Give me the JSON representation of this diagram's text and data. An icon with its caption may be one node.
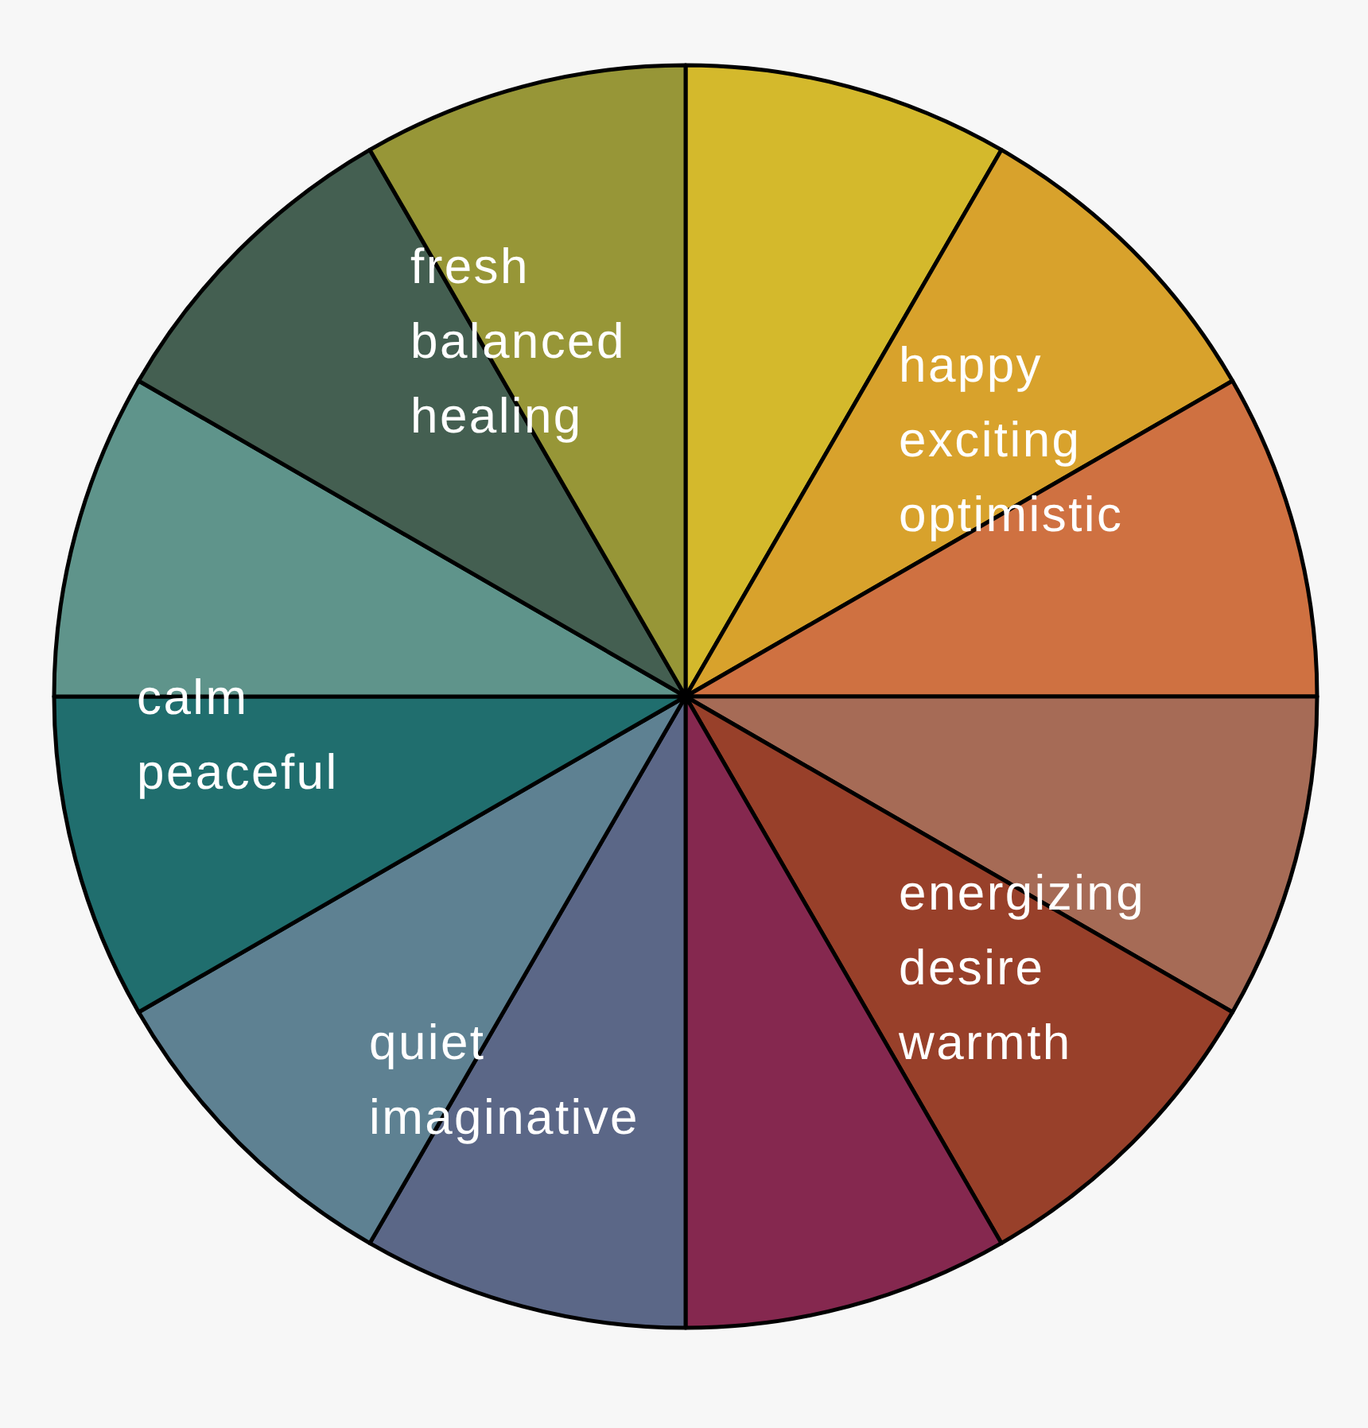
{
  "diagram": {
    "labels": [
      "fresh balanced healing",
      "happy exciting optimistic",
      "calm peaceful",
      "energizing desire warmth",
      "quiet imaginative"
    ]
  }
}
